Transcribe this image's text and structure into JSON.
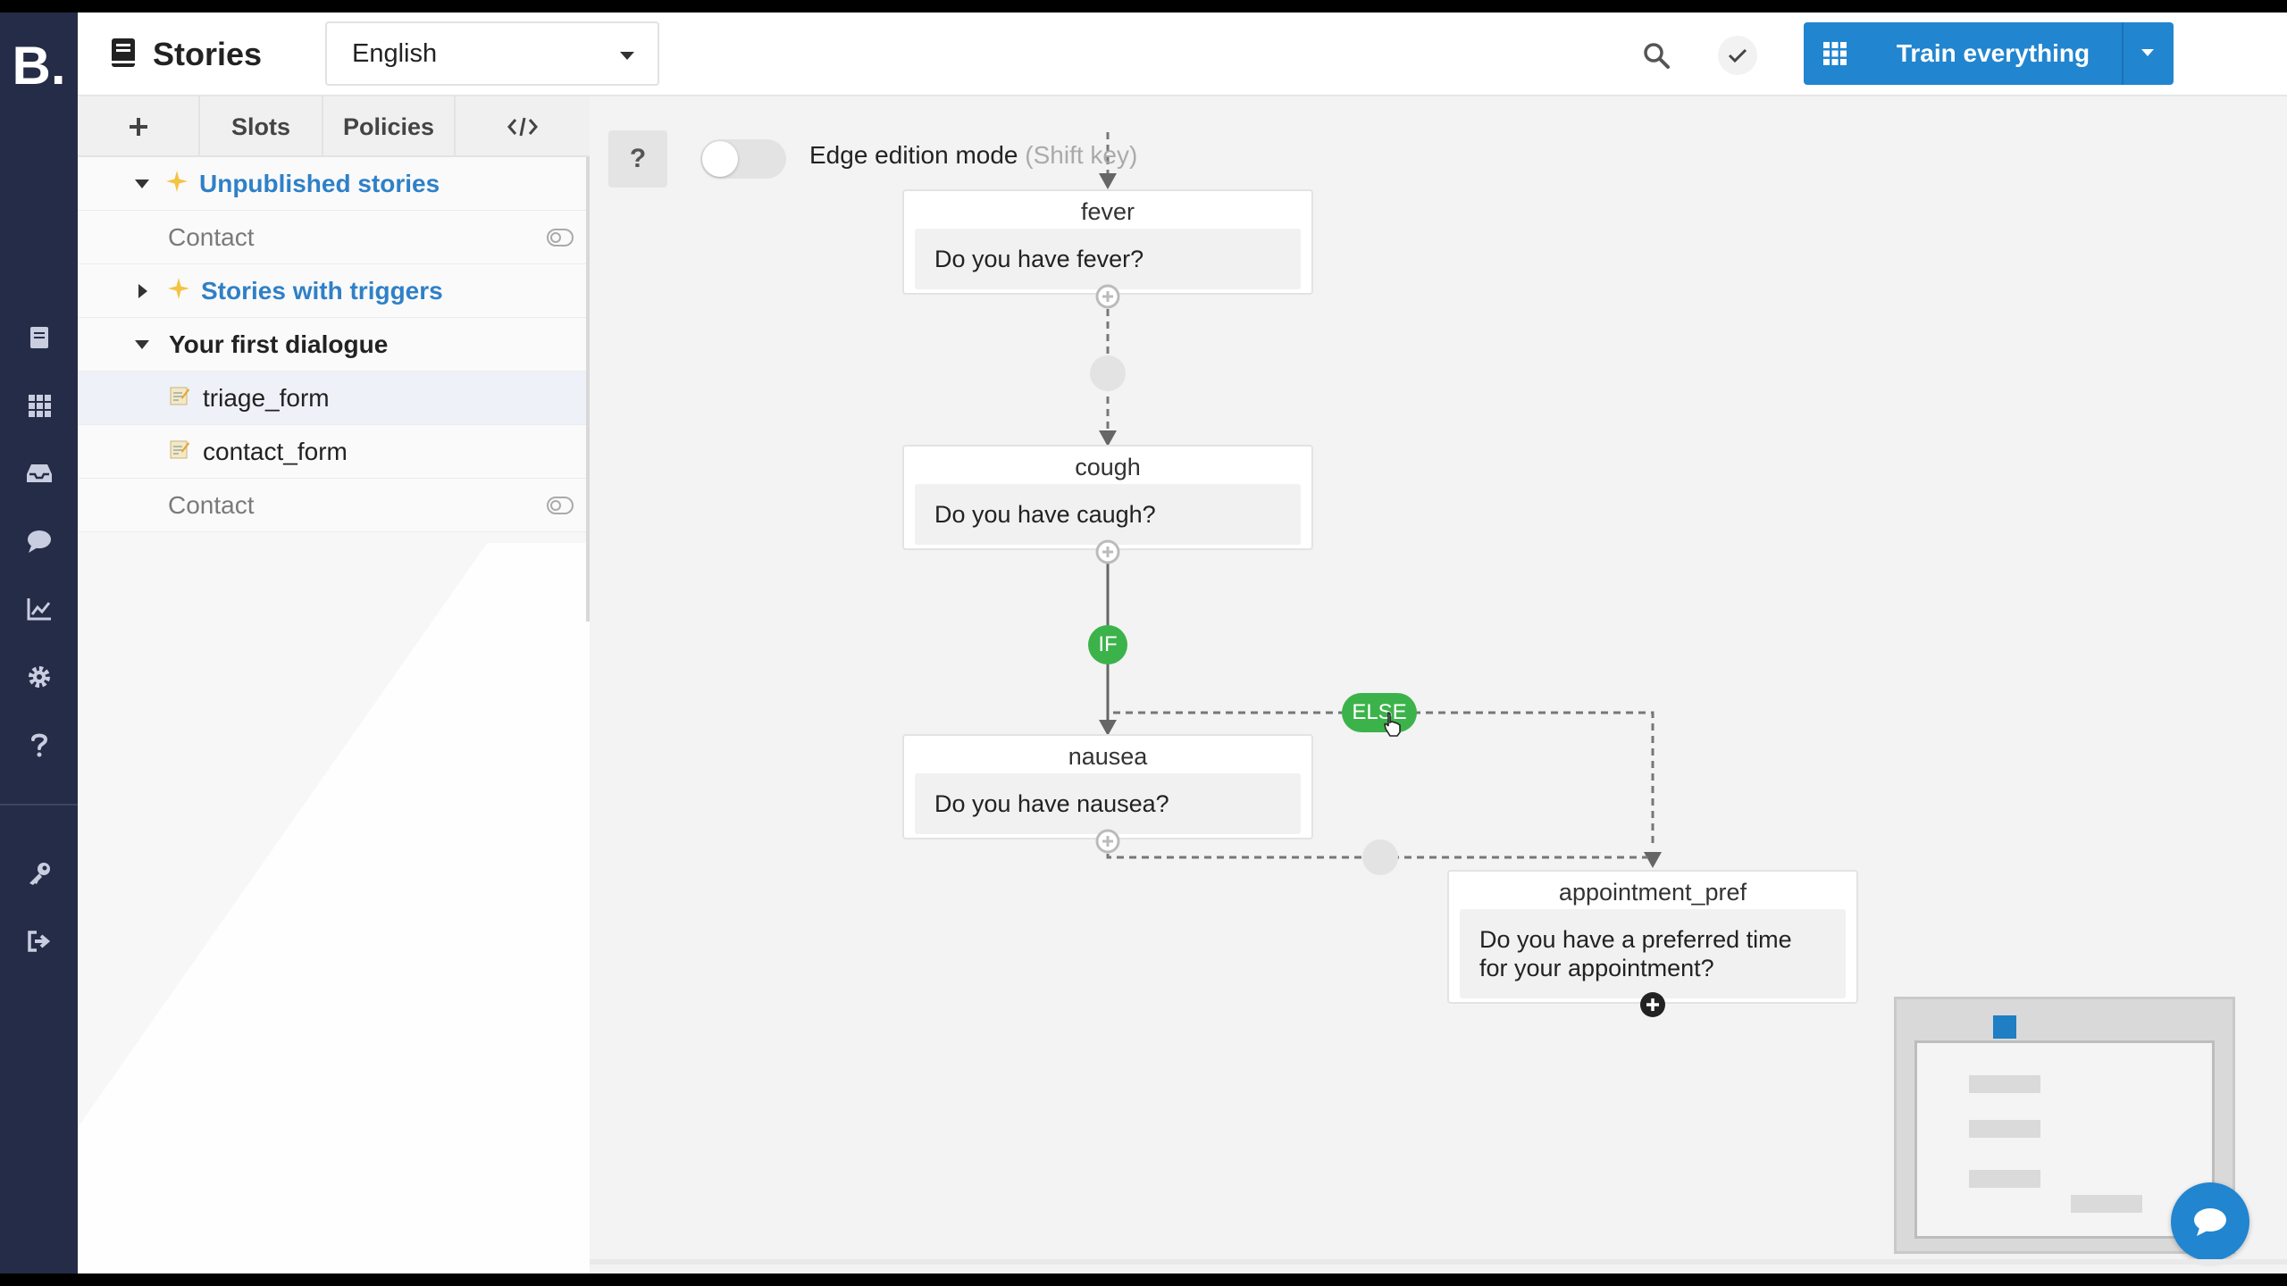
{
  "header": {
    "title": "Stories",
    "language": "English",
    "train_label": "Train everything"
  },
  "sidebar": {
    "tabs": {
      "slots": "Slots",
      "policies": "Policies"
    },
    "tree": {
      "unpublished": "Unpublished stories",
      "unpublished_child": "Contact",
      "triggers": "Stories with triggers",
      "first_dialogue": "Your first dialogue",
      "triage_form": "triage_form",
      "contact_form": "contact_form",
      "contact_bottom": "Contact"
    }
  },
  "canvas": {
    "help": "?",
    "edge_mode_label": "Edge edition mode",
    "edge_mode_hint": "(Shift key)",
    "nodes": {
      "fever": {
        "title": "fever",
        "question": "Do you have fever?"
      },
      "cough": {
        "title": "cough",
        "question": "Do you have caugh?"
      },
      "nausea": {
        "title": "nausea",
        "question": "Do you have nausea?"
      },
      "appointment": {
        "title": "appointment_pref",
        "question": "Do you have a preferred time for your appointment?"
      }
    },
    "conditions": {
      "if": "IF",
      "else": "ELSE"
    }
  },
  "icons": {
    "rail": [
      "stories-icon",
      "grid-icon",
      "inbox-icon",
      "chat-icon",
      "analytics-icon",
      "settings-icon",
      "help-icon",
      "key-icon",
      "logout-icon"
    ],
    "accent": "#2185d0",
    "condition_color": "#3bb34a"
  }
}
